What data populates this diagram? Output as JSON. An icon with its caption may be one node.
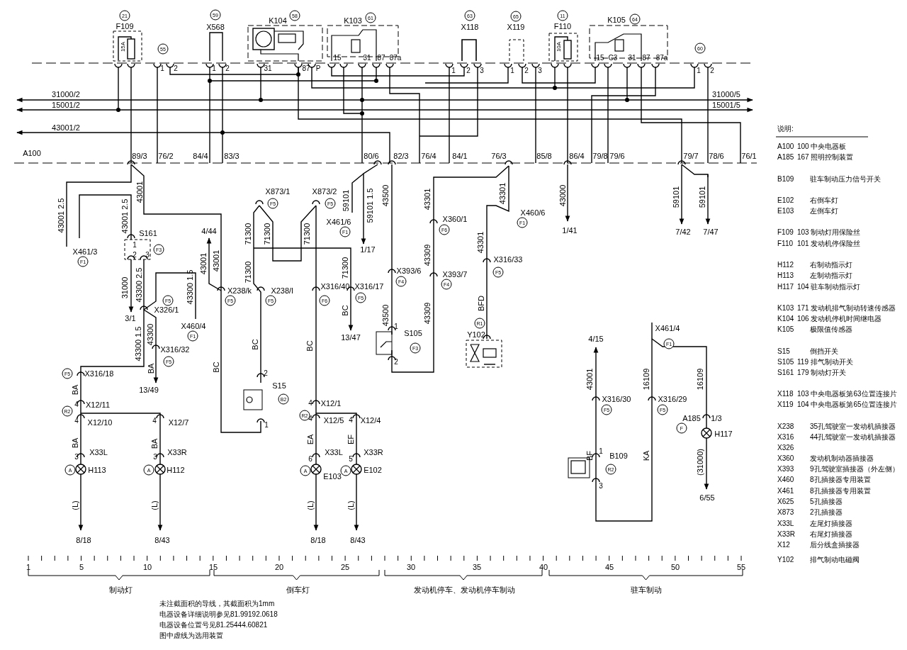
{
  "diagram": {
    "labels": [
      "21",
      "F109",
      "15A",
      "55",
      "1",
      "2",
      "59",
      "X568",
      "1",
      "2",
      "K104",
      "58",
      "31",
      "87",
      "P",
      "K103",
      "61",
      "15",
      "31",
      "87",
      "87a",
      "63",
      "X118",
      "1",
      "2",
      "3",
      "65",
      "X119",
      "1",
      "2",
      "3",
      "11",
      "F110",
      "10A",
      "K105",
      "64",
      "15",
      "C3",
      "31",
      "87",
      "87a",
      "60",
      "1",
      "2",
      "31000/2",
      "15001/2",
      "43001/2",
      "31000/5",
      "15001/5",
      "A100",
      "89/3",
      "76/2",
      "84/4",
      "83/3",
      "80/6",
      "82/3",
      "76/4",
      "84/1",
      "76/3",
      "85/8",
      "86/4",
      "79/8",
      "79/6",
      "79/7",
      "78/6",
      "76/1",
      "43001 2.5",
      "43001 2.5",
      "43001",
      "X461/3",
      "F1",
      "S161",
      "F3",
      "1",
      "2",
      "3",
      "31000",
      "43300 2.5",
      "3/1",
      "F5",
      "X326/1",
      "43300 1.5",
      "X460/4",
      "F1",
      "43300 1.5",
      "43300",
      "X316/32",
      "F5",
      "BA",
      "13/49",
      "4/44",
      "43001",
      "43001",
      "X238/k",
      "F5",
      "BC",
      "X873/1",
      "F5",
      "X873/2",
      "F5",
      "71300",
      "71300",
      "71300",
      "71300",
      "X238/l",
      "F5",
      "BC",
      "X316/40",
      "F6",
      "BC",
      "71300",
      "X316/17",
      "F5",
      "BC",
      "13/47",
      "59101",
      "59101 1.5",
      "X461/6",
      "F1",
      "1/17",
      "43500",
      "X393/6",
      "F4",
      "43500",
      "1",
      "S105",
      "F3",
      "2",
      "43301",
      "X360/1",
      "F6",
      "43309",
      "X393/7",
      "F4",
      "43309",
      "43301",
      "X460/6",
      "F1",
      "43301",
      "X316/33",
      "F5",
      "BFD",
      "R1",
      "Y102",
      "43000",
      "1/41",
      "59101",
      "59101",
      "7/42",
      "7/47",
      "4/15",
      "43001",
      "X461/4",
      "F1",
      "16109",
      "16109",
      "X316/30",
      "F5",
      "X316/29",
      "F5",
      "BF",
      "1",
      "B109",
      "R2",
      "3",
      "KA",
      "A185",
      "1/3",
      "F",
      "H117",
      "(31000)",
      "6/55",
      "F5",
      "X316/18",
      "BA",
      "R2",
      "4",
      "X12/11",
      "4",
      "X12/10",
      "4",
      "X12/7",
      "BA",
      "BA",
      "3",
      "X33L",
      "A",
      "H113",
      "3",
      "X33R",
      "A",
      "H112",
      "(L)",
      "(L)",
      "8/18",
      "8/43",
      "2",
      "S15",
      "B2",
      "1",
      "4",
      "X12/1",
      "R2",
      "4",
      "X12/5",
      "4",
      "X12/4",
      "EA",
      "EF",
      "6",
      "X33L",
      "A",
      "E103",
      "5",
      "X33R",
      "A",
      "E102",
      "(L)",
      "(L)",
      "8/18",
      "8/43",
      "1",
      "5",
      "10",
      "15",
      "20",
      "25",
      "30",
      "35",
      "40",
      "45",
      "50",
      "55",
      "制动灯",
      "倒车灯",
      "发动机停车、发动机停车制动",
      "驻车制动",
      "未注截面积的导线，其截面积为1mm",
      "电器设备详细说明参见81.99192.0618",
      "电器设备位置号见81.25444.60821",
      "图中虚线为选用装置",
      "说明:",
      "A100",
      "100 中央电器板",
      "A185",
      "167 照明控制装置",
      "B109",
      "驻车制动压力信号开关",
      "E102",
      "右倒车灯",
      "E103",
      "左倒车灯",
      "F109",
      "103 制动灯用保险丝",
      "F110",
      "101 发动机停保险丝",
      "H112",
      "右制动指示灯",
      "H113",
      "左制动指示灯",
      "H117",
      "104 驻车制动指示灯",
      "K103",
      "171 发动机排气制动转速传感器",
      "K104",
      "106 发动机停机时间继电器",
      "K105",
      "极限值传感器",
      "S15",
      "倒挡开关",
      "S105",
      "119 排气制动开关",
      "S161",
      "179 制动灯开关",
      "X118",
      "103 中央电器板第63位置连接片",
      "X119",
      "104 中央电器板第65位置连接片",
      "X238",
      "35孔驾驶室一发动机插接器",
      "X316",
      "44孔驾驶室一发动机插接器",
      "X326",
      "X360",
      "发动机制动器插接器",
      "X393",
      "9孔驾驶室插接器（外左侧）",
      "X460",
      "8孔插接器专用装置",
      "X461",
      "8孔插接器专用装置",
      "X625",
      "5孔插接器",
      "X873",
      "2孔插接器",
      "X33L",
      "左尾灯插接器",
      "X33R",
      "右尾灯插接器",
      "X12",
      "后分线盒插接器",
      "Y102",
      "排气制动电磁阀"
    ]
  }
}
